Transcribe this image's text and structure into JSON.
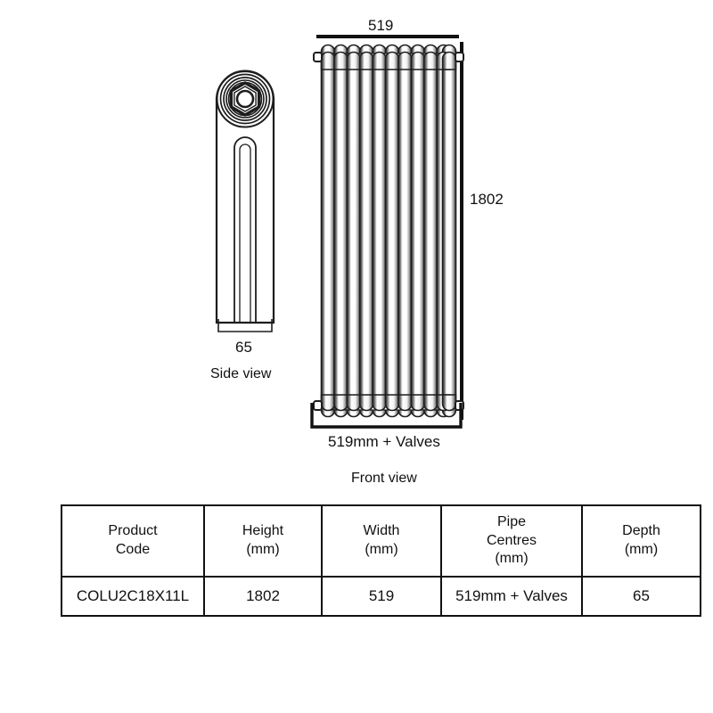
{
  "document": {
    "type": "technical-drawing",
    "subject": "column-radiator-dimensioned-drawing"
  },
  "drawing": {
    "front_view": {
      "caption": "Front view",
      "width_dimension": "519",
      "height_dimension": "1802",
      "pipe_centres_dimension": "519mm + Valves",
      "column_count": 11
    },
    "side_view": {
      "caption": "Side view",
      "depth_dimension": "65"
    }
  },
  "spec_table": {
    "headers": [
      {
        "line1": "Product",
        "line2": "Code",
        "line3": ""
      },
      {
        "line1": "Height",
        "line2": "(mm)",
        "line3": ""
      },
      {
        "line1": "Width",
        "line2": "(mm)",
        "line3": ""
      },
      {
        "line1": "Pipe",
        "line2": "Centres",
        "line3": "(mm)"
      },
      {
        "line1": "Depth",
        "line2": "(mm)",
        "line3": ""
      }
    ],
    "rows": [
      {
        "product_code": "COLU2C18X11L",
        "height_mm": "1802",
        "width_mm": "519",
        "pipe_centres_mm": "519mm + Valves",
        "depth_mm": "65"
      }
    ]
  },
  "colors": {
    "line": "#111111",
    "background": "#ffffff",
    "shade_dark": "#3a3a3a",
    "shade_mid": "#8c8c8c"
  }
}
